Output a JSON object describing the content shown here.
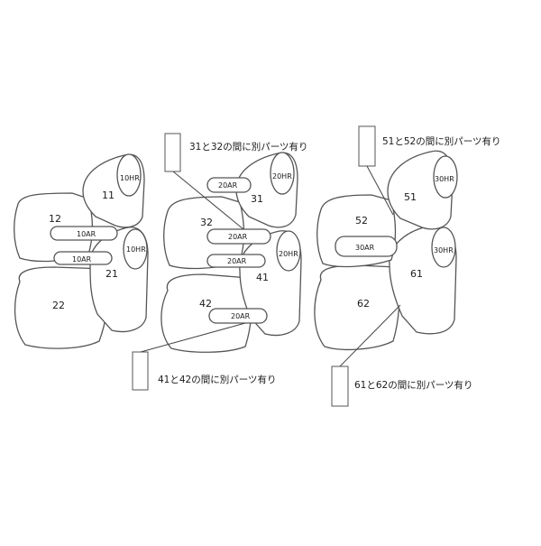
{
  "groups": [
    {
      "seat_back_upper": "11",
      "seat_upper": "12",
      "seat_back_lower": "21",
      "seat_lower": "22",
      "headrest_upper": "10HR",
      "headrest_lower": "10HR",
      "armrest_upper": "10AR",
      "armrest_lower": "10AR"
    },
    {
      "seat_back_upper": "31",
      "seat_upper": "32",
      "seat_back_lower": "41",
      "seat_lower": "42",
      "headrest_upper": "20HR",
      "headrest_lower": "20HR",
      "armrest_top": "20AR",
      "armrest_upper": "20AR",
      "armrest_mid": "20AR",
      "armrest_lower": "20AR",
      "note_upper": "31と32の間に別パーツ有り",
      "note_lower": "41と42の間に別パーツ有り"
    },
    {
      "seat_back_upper": "51",
      "seat_upper": "52",
      "seat_back_lower": "61",
      "seat_lower": "62",
      "headrest_upper": "30HR",
      "headrest_lower": "30HR",
      "armrest_mid": "30AR",
      "note_upper": "51と52の間に別パーツ有り",
      "note_lower": "61と62の間に別パーツ有り"
    }
  ]
}
